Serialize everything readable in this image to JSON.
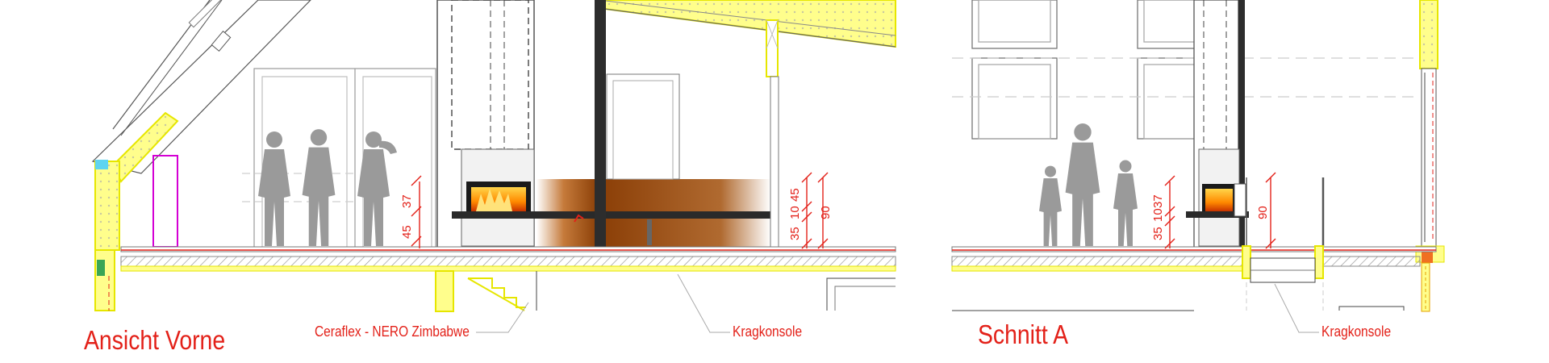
{
  "views": [
    {
      "title": "Ansicht Vorne",
      "callouts": [
        "Ceraflex - NERO Zimbabwe",
        "Kragkonsole"
      ],
      "dimensions": [
        "37",
        "45",
        "45",
        "10",
        "35",
        "90"
      ]
    },
    {
      "title": "Schnitt A",
      "callouts": [
        "Kragkonsole"
      ],
      "dimensions": [
        "37",
        "10",
        "35",
        "90"
      ]
    }
  ],
  "colors": {
    "annotation": "#e32119",
    "insulation": "#ffff66",
    "hearth": "#9c4c10",
    "fire": "#ff8a00",
    "figures": "#9a9a9a",
    "linework": "#4a4a4a"
  }
}
